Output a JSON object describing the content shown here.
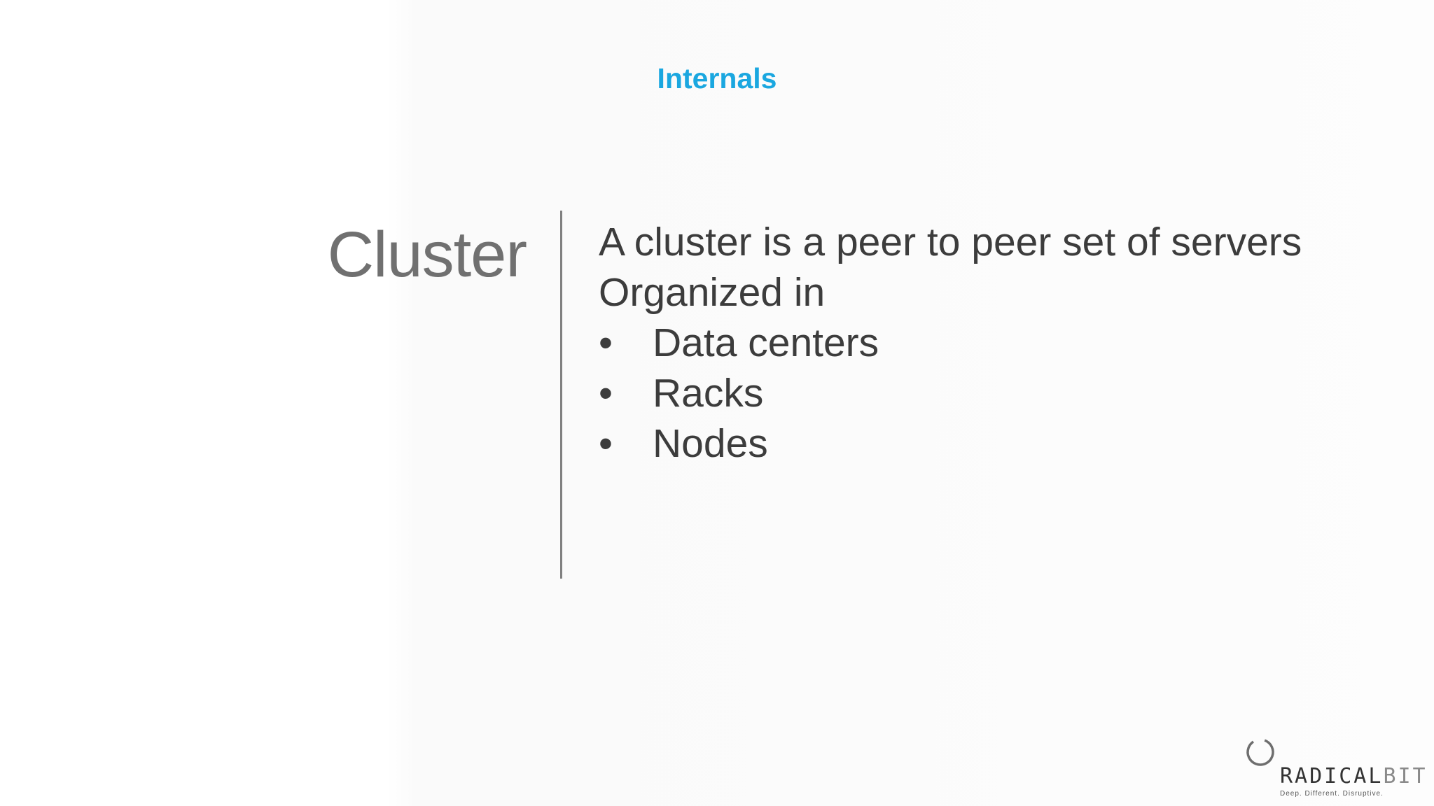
{
  "slide": {
    "title": "Internals",
    "section_label": "Cluster",
    "content": {
      "line1": "A cluster is a peer to peer set of servers",
      "line2": "Organized in",
      "bullet_char": "•",
      "bullets": [
        "Data centers",
        "Racks",
        "Nodes"
      ]
    }
  },
  "logo": {
    "word_bold": "RADICAL",
    "word_light": "BIT",
    "tagline": "Deep. Different. Disruptive."
  },
  "colors": {
    "title": "#1aa7e0",
    "section_label": "#707070",
    "body_text": "#3c3c3c",
    "divider": "#808080"
  }
}
